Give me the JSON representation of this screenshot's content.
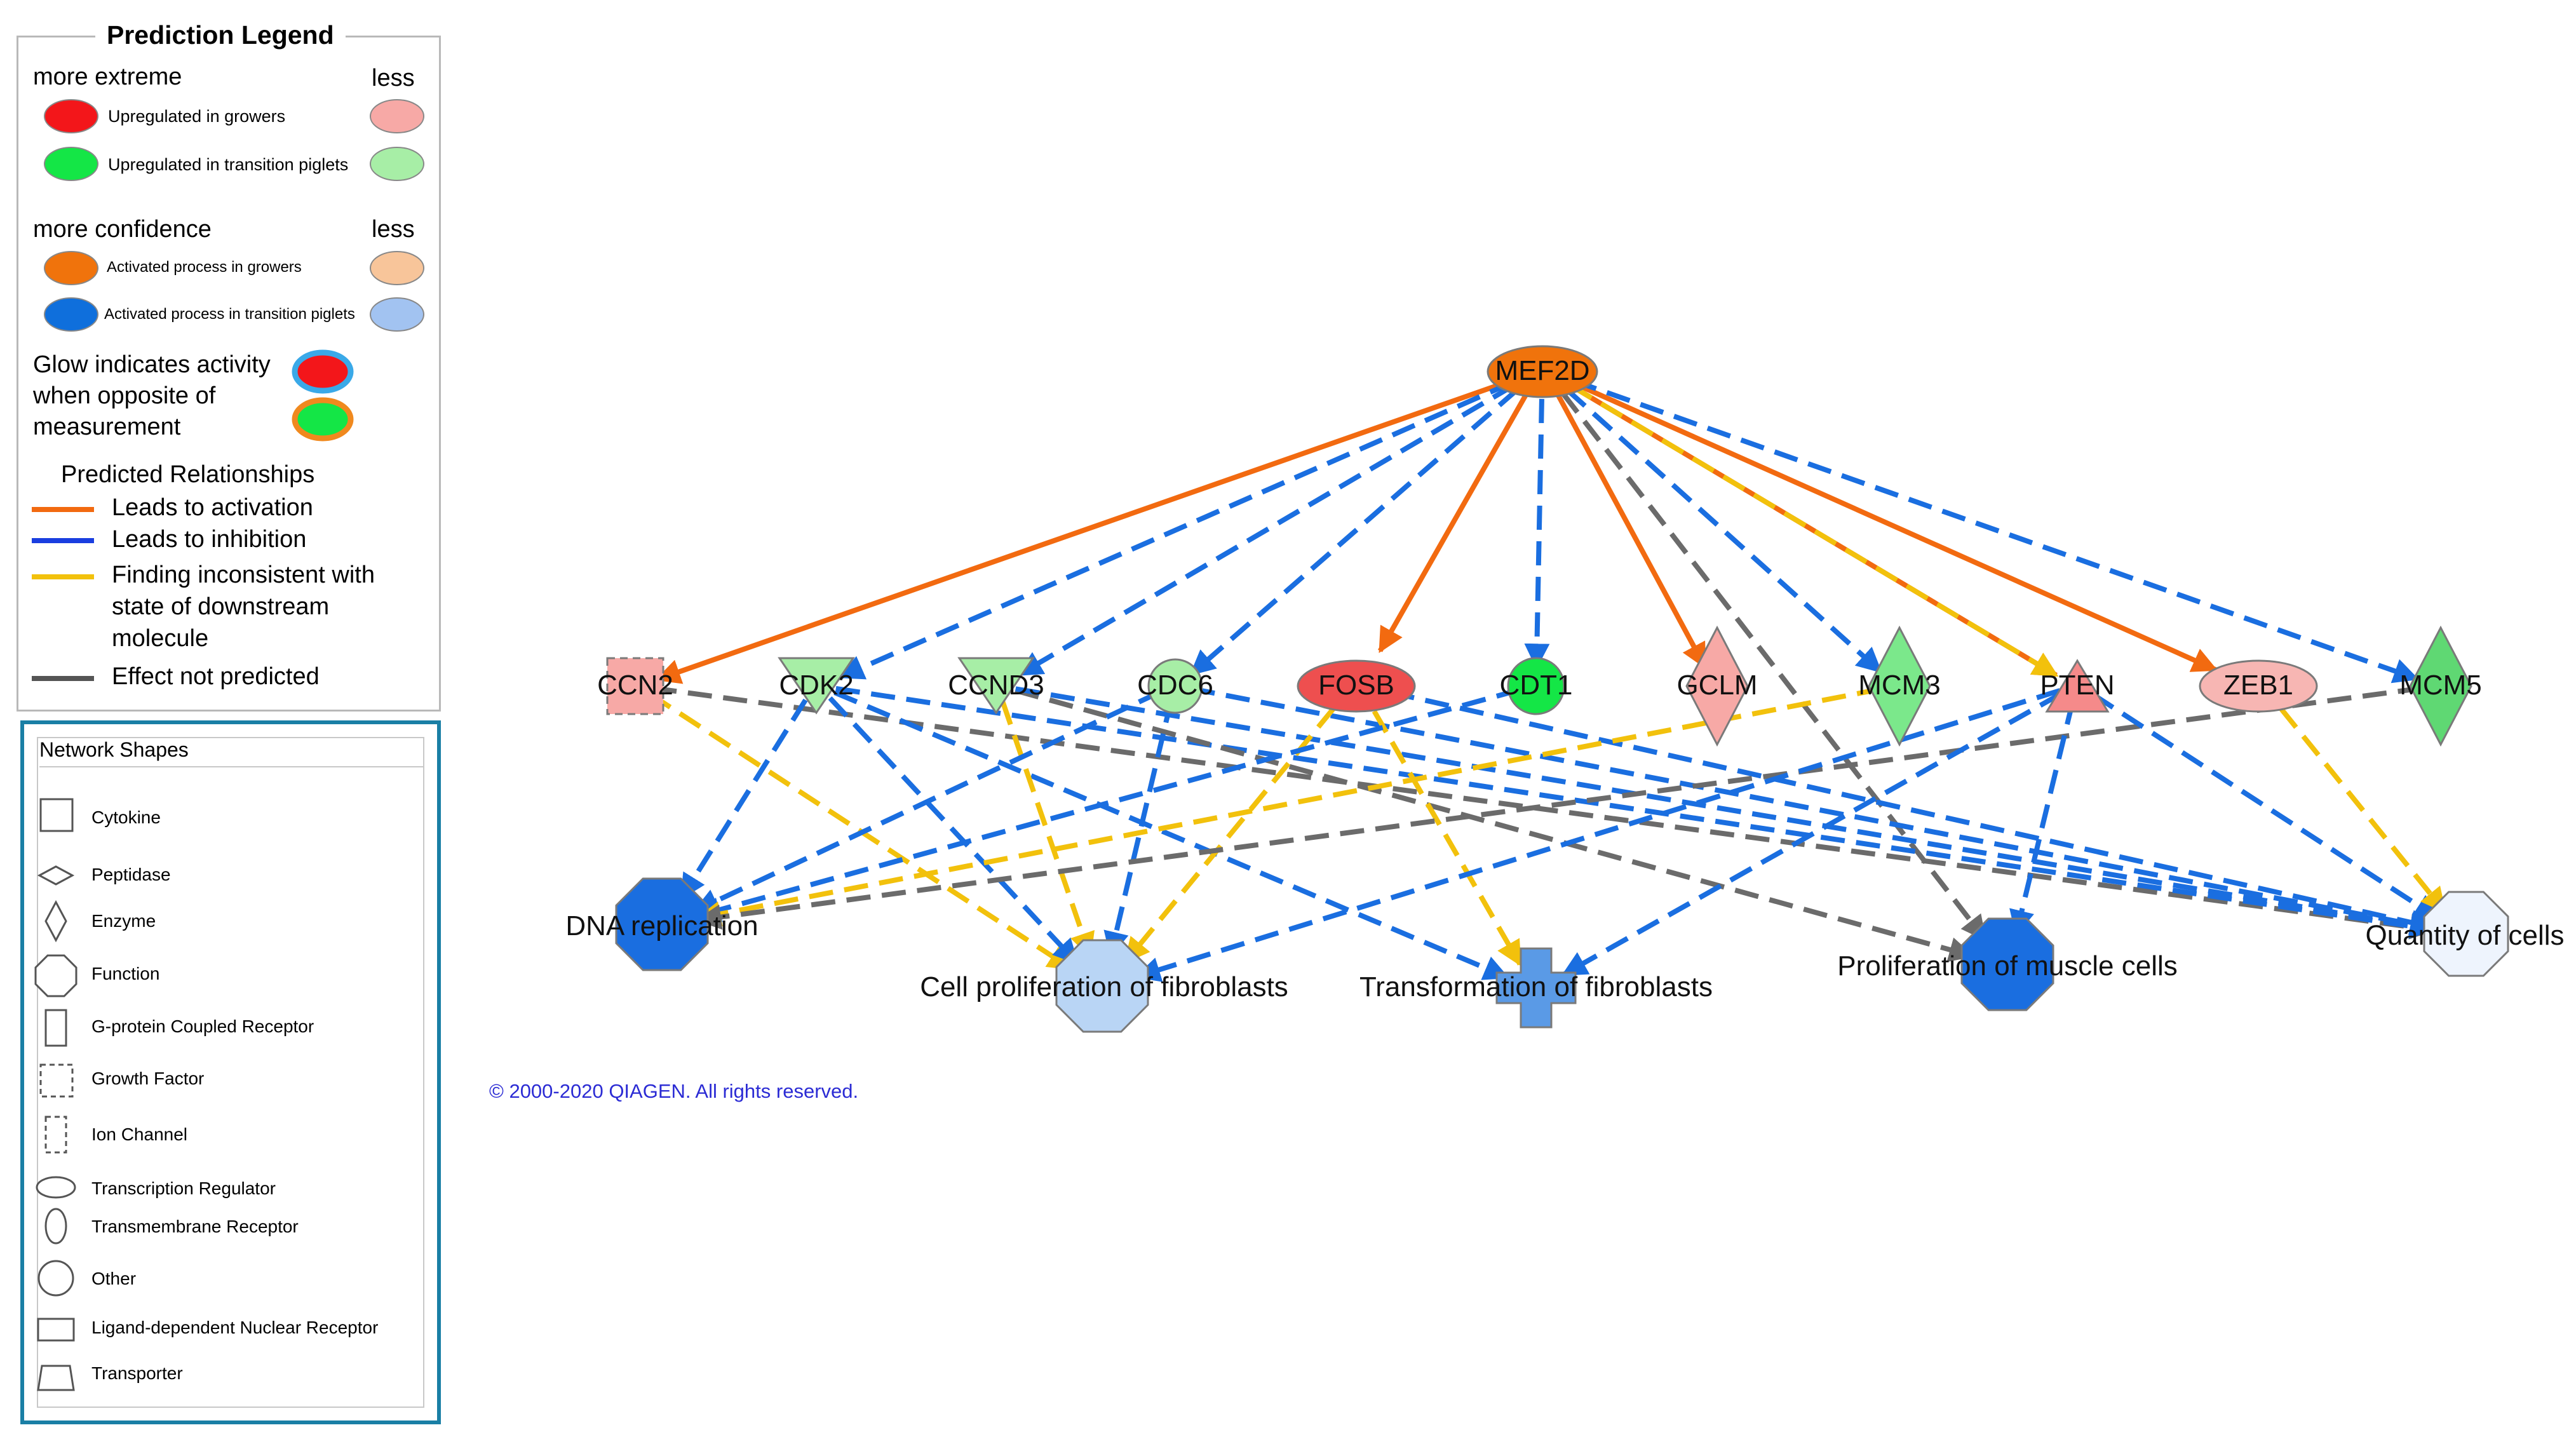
{
  "legend": {
    "title": "Prediction Legend",
    "more_extreme": "more extreme",
    "less": "less",
    "up_growers": "Upregulated in growers",
    "up_transition": "Upregulated in transition piglets",
    "more_confidence": "more confidence",
    "act_growers": "Activated process in growers",
    "act_transition": "Activated process in transition piglets",
    "glow_text": [
      "Glow indicates activity",
      "when opposite of",
      "measurement"
    ],
    "predicted_title": "Predicted Relationships",
    "rel_activation": "Leads to activation",
    "rel_inhibition": "Leads to inhibition",
    "rel_inconsistent": [
      "Finding inconsistent with",
      "state of downstream",
      "molecule"
    ],
    "rel_not_predicted": "Effect not predicted",
    "colors": {
      "up_strong": "#f3161a",
      "up_weak": "#f7a9a6",
      "down_strong": "#14e646",
      "down_weak": "#a7eea6",
      "act_strong": "#f0730c",
      "act_weak": "#f8c59a",
      "inh_strong": "#0f6fdc",
      "inh_weak": "#a2c3f1",
      "activation": "#f26a10",
      "inhibition": "#1a6ee0",
      "inconsistent": "#f2c10c",
      "not_predicted": "#6b6b6b"
    }
  },
  "shapes": {
    "title": "Network Shapes",
    "items": [
      {
        "label": "Cytokine",
        "icon": "square-icon"
      },
      {
        "label": "Peptidase",
        "icon": "flat-diamond-icon"
      },
      {
        "label": "Enzyme",
        "icon": "diamond-icon"
      },
      {
        "label": "Function",
        "icon": "octagon-icon"
      },
      {
        "label": "G-protein Coupled Receptor",
        "icon": "tall-rect-icon"
      },
      {
        "label": "Growth Factor",
        "icon": "dashed-square-icon"
      },
      {
        "label": "Ion Channel",
        "icon": "dashed-rect-icon"
      },
      {
        "label": "Transcription Regulator",
        "icon": "ellipse-icon"
      },
      {
        "label": "Transmembrane Receptor",
        "icon": "vertical-ellipse-icon"
      },
      {
        "label": "Other",
        "icon": "circle-icon"
      },
      {
        "label": "Ligand-dependent Nuclear Receptor",
        "icon": "wide-rect-icon"
      },
      {
        "label": "Transporter",
        "icon": "trapezoid-icon"
      }
    ]
  },
  "nodes": {
    "mef2d": {
      "label": "MEF2D",
      "shape": "ellipse",
      "fill": "#f0730c"
    },
    "ccn2": {
      "label": "CCN2",
      "shape": "dashed-square",
      "fill": "#f7a9a6"
    },
    "cdk2": {
      "label": "CDK2",
      "shape": "triangle-down",
      "fill": "#a7eea6"
    },
    "ccnd3": {
      "label": "CCND3",
      "shape": "triangle-down",
      "fill": "#a7eea6"
    },
    "cdc6": {
      "label": "CDC6",
      "shape": "circle",
      "fill": "#a7eea6"
    },
    "fosb": {
      "label": "FOSB",
      "shape": "ellipse",
      "fill": "#ee4f4f"
    },
    "cdt1": {
      "label": "CDT1",
      "shape": "circle",
      "fill": "#14e646"
    },
    "gclm": {
      "label": "GCLM",
      "shape": "diamond",
      "fill": "#f7a9a6"
    },
    "mcm3": {
      "label": "MCM3",
      "shape": "diamond",
      "fill": "#7be88b"
    },
    "pten": {
      "label": "PTEN",
      "shape": "triangle-up",
      "fill": "#f58a8a"
    },
    "zeb1": {
      "label": "ZEB1",
      "shape": "ellipse",
      "fill": "#f7b6b3"
    },
    "mcm5": {
      "label": "MCM5",
      "shape": "diamond",
      "fill": "#5fd873"
    },
    "dna_rep": {
      "label": "DNA replication",
      "shape": "octagon",
      "fill": "#1a6ee0"
    },
    "cell_prolif": {
      "label": "Cell proliferation of fibroblasts",
      "shape": "octagon",
      "fill": "#b9d5f5"
    },
    "transform": {
      "label": "Transformation of fibroblasts",
      "shape": "cross",
      "fill": "#5a9ae6"
    },
    "prolif_muscle": {
      "label": "Proliferation of muscle cells",
      "shape": "octagon",
      "fill": "#1a6ee0"
    },
    "quantity": {
      "label": "Quantity of cells",
      "shape": "octagon",
      "fill": "#eef4fd"
    }
  },
  "edges": [
    {
      "from": "mef2d",
      "to": "ccn2",
      "type": "activation"
    },
    {
      "from": "mef2d",
      "to": "cdk2",
      "type": "inhibition"
    },
    {
      "from": "mef2d",
      "to": "ccnd3",
      "type": "inhibition"
    },
    {
      "from": "mef2d",
      "to": "cdc6",
      "type": "inhibition"
    },
    {
      "from": "mef2d",
      "to": "fosb",
      "type": "activation"
    },
    {
      "from": "mef2d",
      "to": "cdt1",
      "type": "inhibition"
    },
    {
      "from": "mef2d",
      "to": "gclm",
      "type": "activation"
    },
    {
      "from": "mef2d",
      "to": "mcm3",
      "type": "inhibition"
    },
    {
      "from": "mef2d",
      "to": "pten",
      "type": "activation"
    },
    {
      "from": "mef2d",
      "to": "zeb1",
      "type": "activation"
    },
    {
      "from": "mef2d",
      "to": "mcm5",
      "type": "inhibition"
    },
    {
      "from": "mef2d",
      "to": "pten",
      "type": "inconsistent"
    },
    {
      "from": "mef2d",
      "to": "prolif_muscle",
      "type": "not_predicted"
    },
    {
      "from": "ccn2",
      "to": "cell_prolif",
      "type": "inconsistent"
    },
    {
      "from": "ccn2",
      "to": "quantity",
      "type": "not_predicted"
    },
    {
      "from": "cdk2",
      "to": "dna_rep",
      "type": "inhibition"
    },
    {
      "from": "cdk2",
      "to": "cell_prolif",
      "type": "inhibition"
    },
    {
      "from": "cdk2",
      "to": "transform",
      "type": "inhibition"
    },
    {
      "from": "cdk2",
      "to": "quantity",
      "type": "inhibition"
    },
    {
      "from": "ccnd3",
      "to": "cell_prolif",
      "type": "inconsistent"
    },
    {
      "from": "ccnd3",
      "to": "prolif_muscle",
      "type": "not_predicted"
    },
    {
      "from": "ccnd3",
      "to": "quantity",
      "type": "inhibition"
    },
    {
      "from": "cdc6",
      "to": "dna_rep",
      "type": "inhibition"
    },
    {
      "from": "cdc6",
      "to": "cell_prolif",
      "type": "inhibition"
    },
    {
      "from": "cdc6",
      "to": "quantity",
      "type": "inhibition"
    },
    {
      "from": "fosb",
      "to": "cell_prolif",
      "type": "inconsistent"
    },
    {
      "from": "fosb",
      "to": "transform",
      "type": "inconsistent"
    },
    {
      "from": "fosb",
      "to": "quantity",
      "type": "inhibition"
    },
    {
      "from": "cdt1",
      "to": "dna_rep",
      "type": "inhibition"
    },
    {
      "from": "mcm3",
      "to": "dna_rep",
      "type": "inconsistent"
    },
    {
      "from": "mcm5",
      "to": "dna_rep",
      "type": "not_predicted"
    },
    {
      "from": "pten",
      "to": "cell_prolif",
      "type": "inhibition"
    },
    {
      "from": "pten",
      "to": "transform",
      "type": "inhibition"
    },
    {
      "from": "pten",
      "to": "prolif_muscle",
      "type": "inhibition"
    },
    {
      "from": "pten",
      "to": "quantity",
      "type": "inhibition"
    },
    {
      "from": "zeb1",
      "to": "quantity",
      "type": "inconsistent"
    }
  ],
  "copyright": "© 2000-2020 QIAGEN. All rights reserved."
}
